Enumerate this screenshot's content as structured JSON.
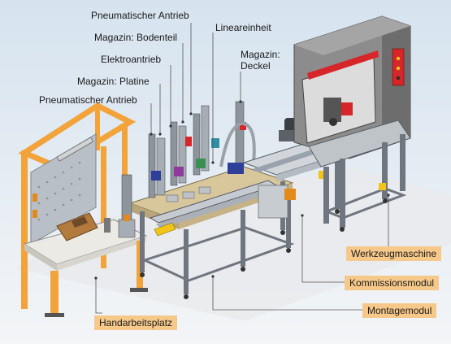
{
  "labels": {
    "pneumatischer_antrieb_top": "Pneumatischer Antrieb",
    "magazin_bodenteil": "Magazin: Bodenteil",
    "linear": "Lineareinheit",
    "elektroantrieb": "Elektroantrieb",
    "magazin_deckel_1": "Magazin:",
    "magazin_deckel_2": "Deckel",
    "magazin_platine": "Magazin: Platine",
    "pneumatischer_antrieb_left": "Pneumatischer Antrieb",
    "werkzeugmaschine": "Werkzeugmaschine",
    "kommissionsmodul": "Kommissionsmodul",
    "montagemodul": "Montagemodul",
    "handarbeitsplatz": "Handarbeitsplatz"
  },
  "colors": {
    "frame_orange": "#f2a33a",
    "label_box": "#f6c98a",
    "machine_gray": "#8c8c8c",
    "machine_red": "#d7262a",
    "leader_line": "#555555",
    "floor": "#e9eaec"
  }
}
